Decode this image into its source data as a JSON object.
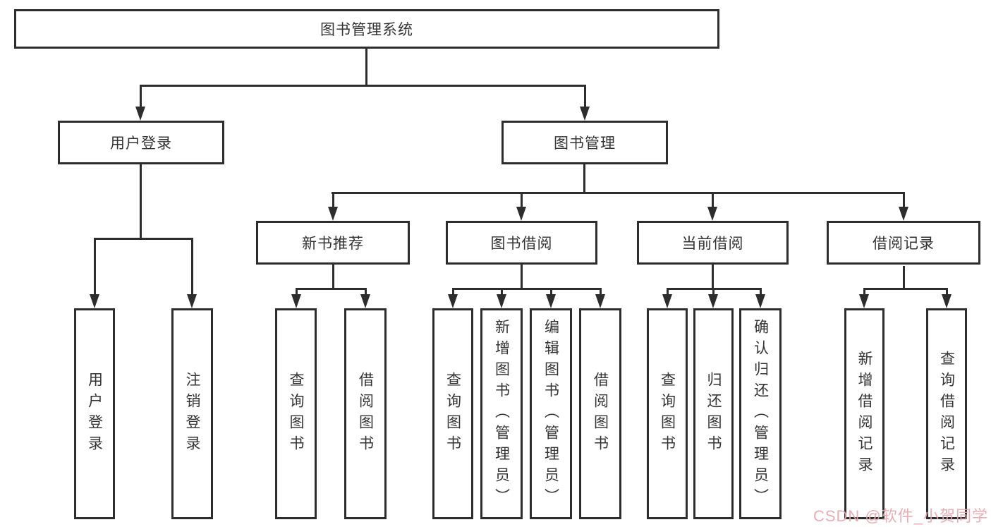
{
  "diagram": {
    "type": "hierarchy-tree",
    "orientation": "top-down"
  },
  "tree": {
    "label": "图书管理系统",
    "children": [
      {
        "label": "用户登录",
        "children": [
          {
            "label": "用户登录"
          },
          {
            "label": "注销登录"
          }
        ]
      },
      {
        "label": "图书管理",
        "children": [
          {
            "label": "新书推荐",
            "children": [
              {
                "label": "查询图书"
              },
              {
                "label": "借阅图书"
              }
            ]
          },
          {
            "label": "图书借阅",
            "children": [
              {
                "label": "查询图书"
              },
              {
                "label": "新增图书（管理员）"
              },
              {
                "label": "编辑图书（管理员）"
              },
              {
                "label": "借阅图书"
              }
            ]
          },
          {
            "label": "当前借阅",
            "children": [
              {
                "label": "查询图书"
              },
              {
                "label": "归还图书"
              },
              {
                "label": "确认归还（管理员）"
              }
            ]
          },
          {
            "label": "借阅记录",
            "children": [
              {
                "label": "新增借阅记录"
              },
              {
                "label": "查询借阅记录"
              }
            ]
          }
        ]
      }
    ]
  },
  "watermark": {
    "text": "CSDN @软件_小贺同学",
    "color": "#e8a7ae"
  },
  "colors": {
    "line": "#2d2d2d",
    "box_border": "#2d2d2d",
    "box_fill": "#ffffff",
    "text": "#333333",
    "background": "#ffffff"
  }
}
